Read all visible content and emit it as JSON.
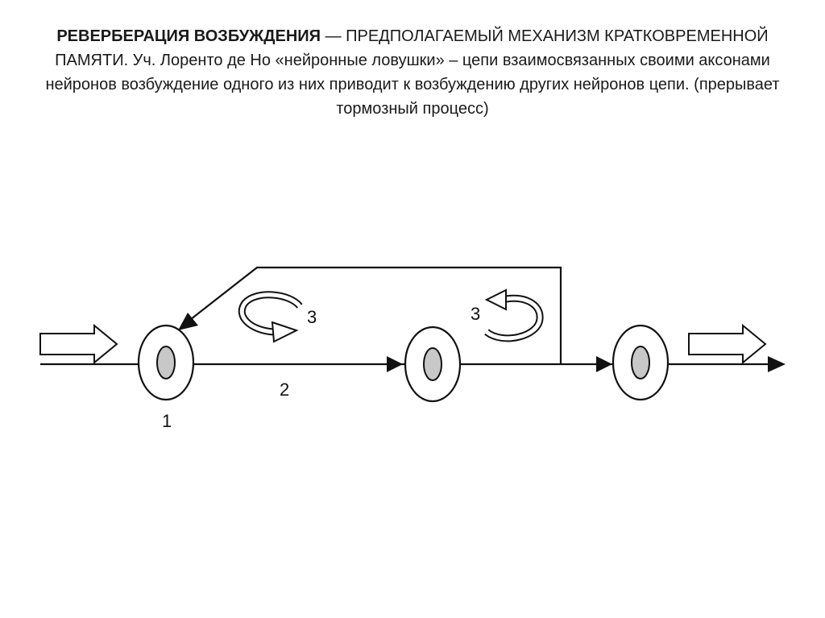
{
  "heading": {
    "term": "РЕВЕРБЕРАЦИЯ ВОЗБУЖДЕНИЯ",
    "text": " — ПРЕДПОЛАГАЕМЫЙ МЕХАНИЗМ КРАТКОВРЕМЕННОЙ ПАМЯТИ. Уч. Лоренто де Но «нейронные ловушки» – цепи взаимосвязанных своими аксонами нейронов возбуждение одного из них приводит к возбуждению других нейронов цепи. (прерывает тормозный процесс)"
  },
  "diagram": {
    "label_neuron": "1",
    "label_axon": "2",
    "label_rotation_left": "3",
    "label_rotation_right": "3"
  },
  "colors": {
    "stroke": "#111111",
    "nucleus": "#c8c8c8",
    "background": "#ffffff"
  },
  "icons": [
    "input-arrow-icon",
    "output-arrow-icon",
    "rotation-arrow-icon"
  ]
}
